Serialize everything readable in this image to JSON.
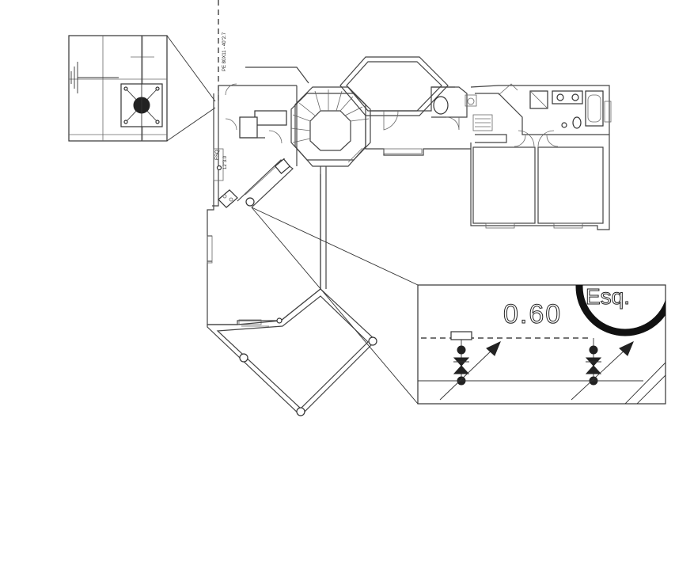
{
  "pipe_label": "PE 80X11 - 40\"2.7",
  "riser_label": "12\"3.0",
  "riser_tag": "ESQ",
  "detail_dimension": "0.60",
  "detail_corner_label": "Esq.",
  "small_label": "0.60"
}
